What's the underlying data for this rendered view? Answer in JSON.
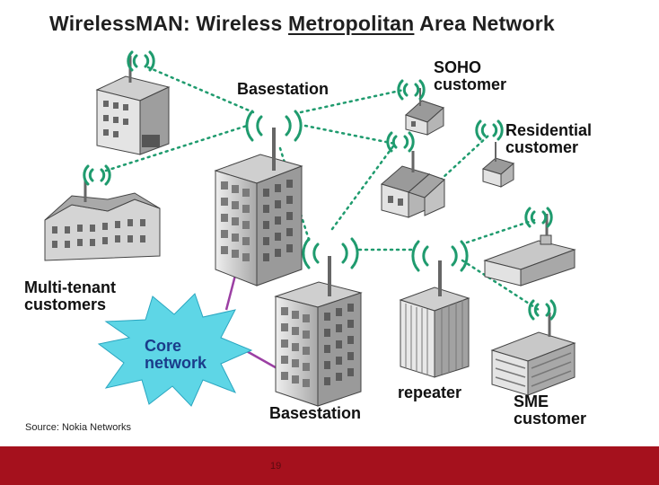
{
  "title": {
    "part1": "WirelessMAN: Wireless ",
    "underlined": "Metropolitan",
    "part2": " Area Network"
  },
  "labels": {
    "basestation_top": "Basestation",
    "soho": [
      "SOHO",
      "customer"
    ],
    "residential": [
      "Residential",
      "customer"
    ],
    "multitenant": [
      "Multi-tenant",
      "customers"
    ],
    "core": [
      "Core",
      "network"
    ],
    "repeater": "repeater",
    "basestation_bottom": "Basestation",
    "sme": [
      "SME",
      "customer"
    ]
  },
  "source": "Source: Nokia Networks",
  "page_number": "19",
  "colors": {
    "wireless": "#1f9b6e",
    "core_network": "#5ed6e6",
    "wire": "#9b3fa3",
    "footer": "#a5111d"
  }
}
